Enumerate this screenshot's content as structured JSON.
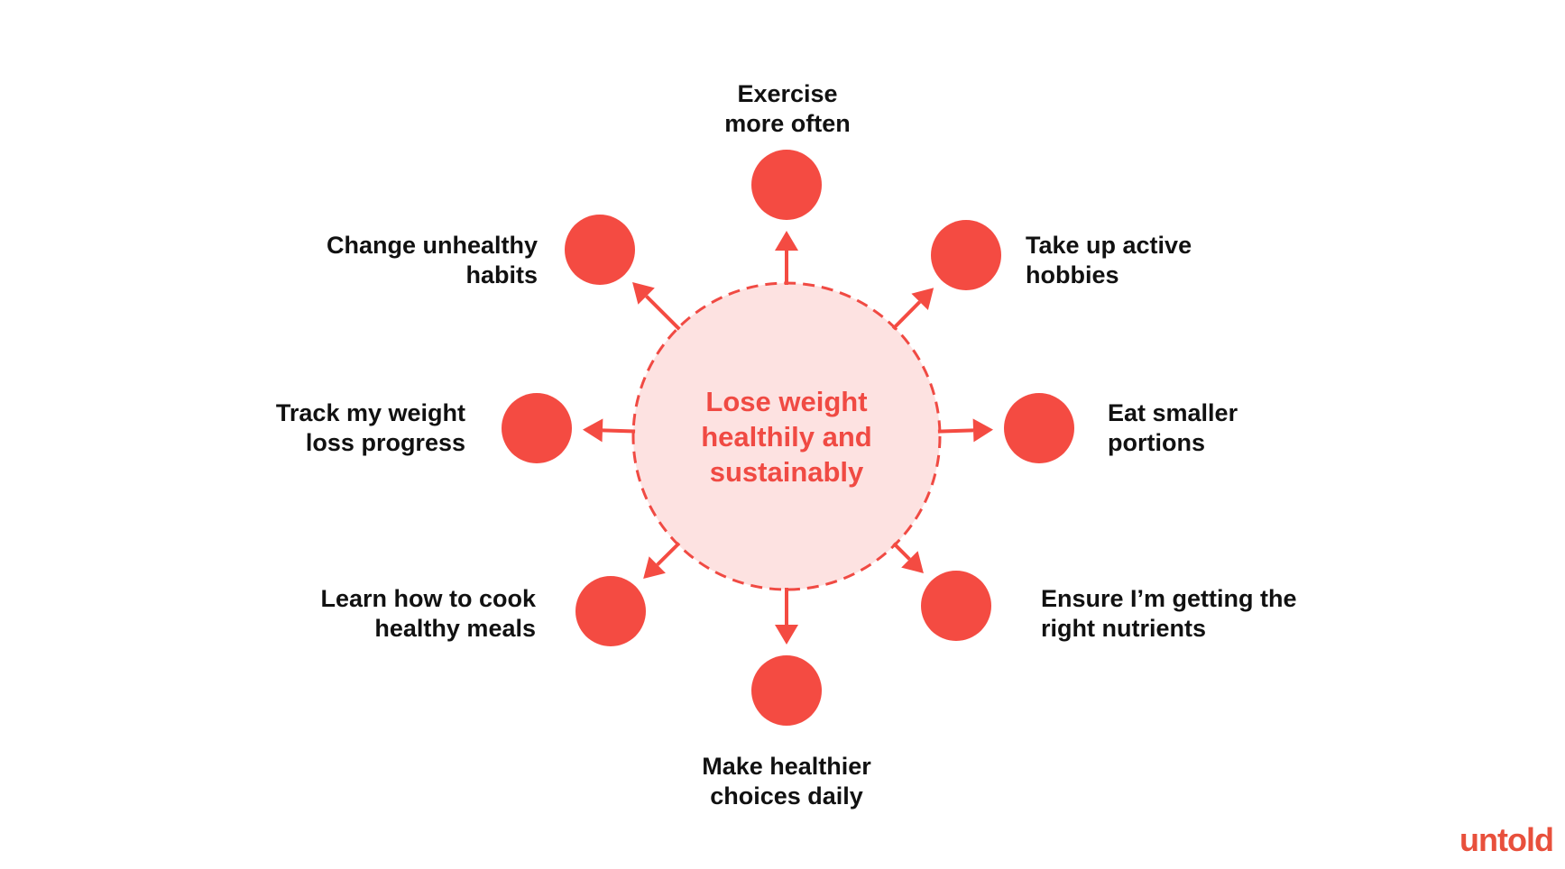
{
  "center": {
    "lines": [
      "Lose weight",
      "healthily and",
      "sustainably"
    ],
    "fill_color": "#fde2e1",
    "stroke_color": "#f04a43"
  },
  "node_color": "#f44b42",
  "nodes": [
    {
      "id": "exercise",
      "lines": [
        "Exercise",
        "more often"
      ]
    },
    {
      "id": "hobbies",
      "lines": [
        "Take up active",
        "hobbies"
      ]
    },
    {
      "id": "portions",
      "lines": [
        "Eat smaller",
        "portions"
      ]
    },
    {
      "id": "nutrients",
      "lines": [
        "Ensure I’m getting the",
        "right nutrients"
      ]
    },
    {
      "id": "choices",
      "lines": [
        "Make healthier",
        "choices daily"
      ]
    },
    {
      "id": "cook",
      "lines": [
        "Learn how to cook",
        "healthy meals"
      ]
    },
    {
      "id": "track",
      "lines": [
        "Track my weight",
        "loss progress"
      ]
    },
    {
      "id": "habits",
      "lines": [
        "Change unhealthy",
        "habits"
      ]
    }
  ],
  "brand": {
    "logo_text": "untold",
    "color": "#e8503c"
  }
}
